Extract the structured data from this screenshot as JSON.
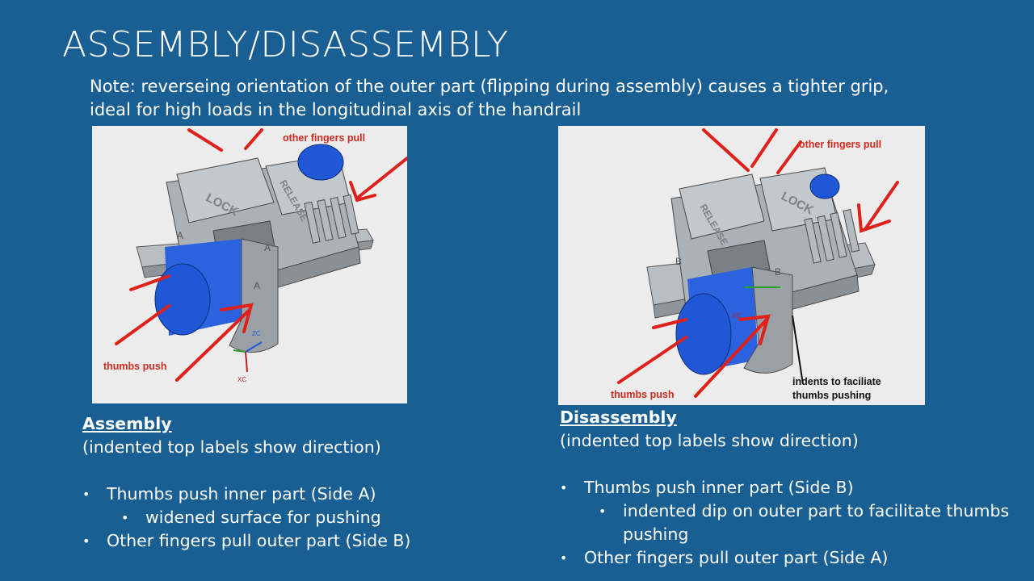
{
  "slide": {
    "title": "ASSEMBLY/DISASSEMBLY",
    "note": "Note: reverseing orientation of the outer part (flipping during assembly) causes a tighter grip, ideal for high loads in the longitudinal axis of the handrail"
  },
  "left_figure": {
    "label_other": "other fingers pull",
    "label_thumbs": "thumbs push",
    "engraving_lock": "LOCK",
    "engraving_release": "RELEASE",
    "side_letter": "A",
    "axis_zc": "ZC",
    "axis_xc": "XC"
  },
  "right_figure": {
    "label_other": "other fingers pull",
    "label_thumbs": "thumbs push",
    "label_indents": "indents to faciliate thumbs pushing",
    "engraving_lock": "LOCK",
    "engraving_release": "RELEASE",
    "side_letter": "B",
    "axis_xc": "XC"
  },
  "assembly": {
    "heading": "Assembly",
    "subheading": "(indented top labels show direction)",
    "bullet1": "Thumbs push inner part (Side A)",
    "sub1": "widened surface for pushing",
    "bullet2": "Other fingers pull outer part (Side B)"
  },
  "disassembly": {
    "heading": "Disassembly",
    "subheading": "(indented top labels show direction)",
    "bullet1": "Thumbs push inner part (Side B)",
    "sub1": "indented dip on outer part to facilitate thumbs pushing",
    "bullet2": "Other fingers pull outer part (Side A)"
  },
  "colors": {
    "background": "#1a5f93",
    "part_grey": "#a9b0b6",
    "handrail_blue": "#1f57d6",
    "arrow_red": "#e0201a"
  }
}
